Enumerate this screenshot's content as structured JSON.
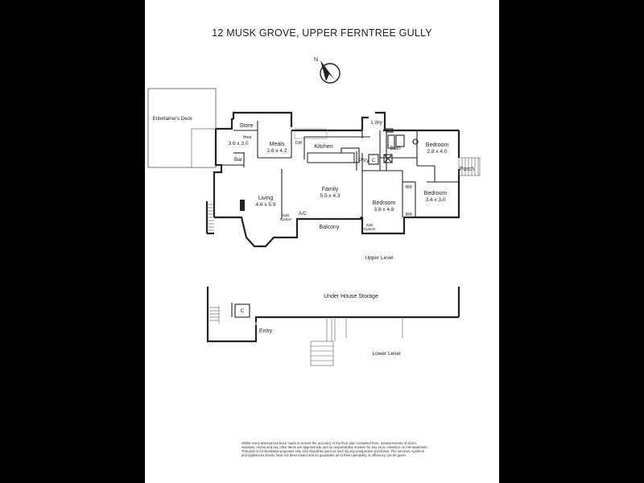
{
  "title": "12 MUSK GROVE, UPPER FERNTREE GULLY",
  "compass_label": "N",
  "levels": {
    "upper": "Upper Level",
    "lower": "Lower Level"
  },
  "rooms": {
    "entertainers_deck": "Entertainer's Deck",
    "store": "Store",
    "heat": "Heat",
    "study_dim": "3.6 x 3.0",
    "bar": "Bar",
    "meals": "Meals",
    "meals_dim": "2.6 x 4.2",
    "dw": "DW",
    "kitchen": "Kitchen",
    "laundry": "L'dry",
    "pantry": "P'try",
    "bath": "Bath",
    "cupboard": "C",
    "bedroom": "Bedroom",
    "bedroom1_dim": "2.8 x 4.0",
    "porch": "Porch",
    "bedroom2_dim": "3.4 x 3.0",
    "bir": "BIR",
    "bedroom3_dim": "3.8 x 4.8",
    "family": "Family",
    "family_dim": "5.5 x 4.3",
    "living": "Living",
    "living_dim": "4.6 x 5.9",
    "split": "Split",
    "system": "System",
    "ac": "A/C",
    "balcony": "Balcony",
    "under_house_storage": "Under House Storage",
    "entry": "Entry",
    "lower_cupboard": "C"
  },
  "disclaimer": "Whilst every attempt has been made to ensure the accuracy of the floor plan contained here, measurements of doors, windows, rooms and any other items are approximate and no responsibility is taken for any error, omission, or mis-statement. This plan is for illustrative purposes only and should be used as such by any prospective purchaser. The services, systems and appliances shown have not been tested and no guarantee as to their operability or efficiency can be given."
}
